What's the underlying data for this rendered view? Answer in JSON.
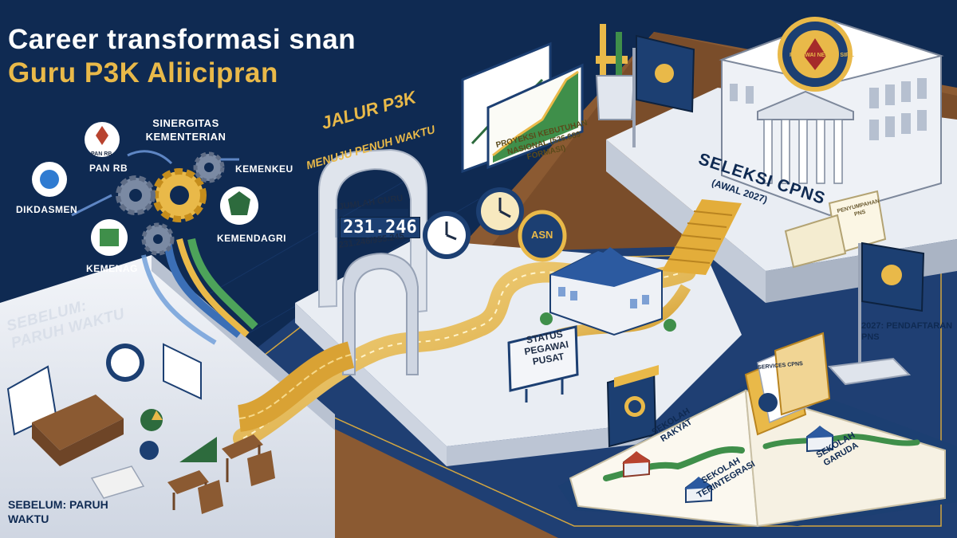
{
  "title": {
    "line1": "Career transformasi snan",
    "line2": "Guru P3K Aliicipran"
  },
  "synergy": {
    "heading": "SINERGITAS KEMENTERIAN",
    "ministries": [
      "PAN RB",
      "KEMENKEU",
      "DIKDASMEN",
      "KEMENDAGRI",
      "KEMENAG"
    ],
    "logo_text": "PAN RB"
  },
  "before": {
    "label_diagonal": "SEBELUM: PARUH WAKTU",
    "label_corner": "SEBELUM: PARUH WAKTU"
  },
  "path": {
    "title": "JALUR P3K",
    "subtitle": "MENUJU PENUH WAKTU",
    "projection": "PROYEKSI KEBUTUHAN NASIONAL (526.689 FORMASI)"
  },
  "counter": {
    "label": "JUMLAH GURU",
    "value": "231.246",
    "sub": "231.246/955.245"
  },
  "badge": {
    "asn": "ASN"
  },
  "status_sign": {
    "text": "STATUS PEGAWAI PUSAT"
  },
  "selection": {
    "title": "SELEKSI CPNS",
    "subtitle": "(AWAL 2027)",
    "oath_text": "PENYUMPAHAN PNS",
    "registration": "2027: PENDAFTARAN PNS",
    "building_seal": "PEGAWAI NEGERI SIPIL"
  },
  "folders": {
    "tab": "SERVICES CPNS"
  },
  "schools": [
    "SEKOLAH RAKYAT",
    "SEKOLAH TERINTEGRASI",
    "SEKOLAH GARUDA"
  ],
  "colors": {
    "navy": "#0f2a52",
    "gold": "#e9b949",
    "wood": "#8b5a32",
    "platform": "#e9edf3",
    "blue_mat": "#1f3f73",
    "green": "#3f8f4a"
  },
  "icons": [
    "garuda-emblem-icon",
    "gear-icon",
    "clock-icon",
    "pencil-cup-icon",
    "flag-icon",
    "book-icon",
    "folder-icon",
    "house-icon",
    "scroll-icon",
    "chart-board-icon"
  ]
}
